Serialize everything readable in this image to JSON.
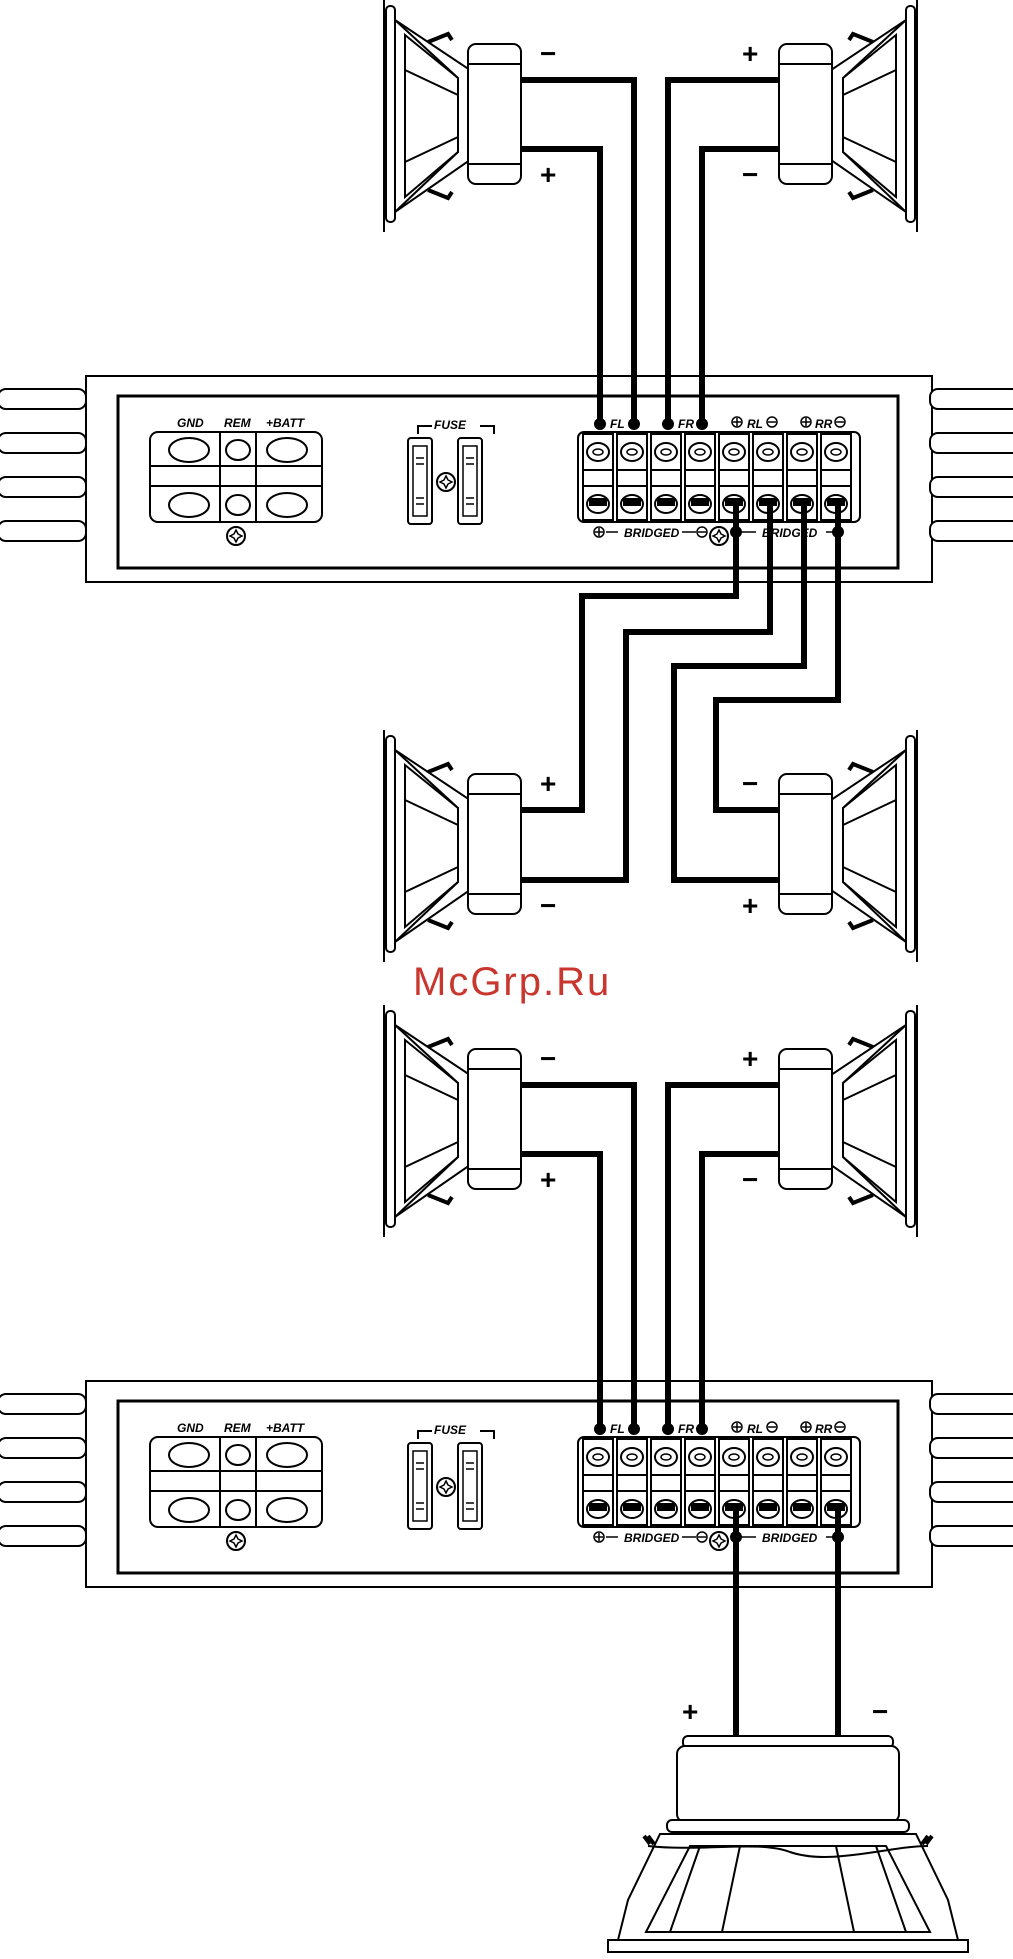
{
  "watermark": "McGrp.Ru",
  "amplifier": {
    "power_labels": [
      "GND",
      "REM",
      "+BATT"
    ],
    "fuse_label": "FUSE",
    "channel_labels": [
      "FL",
      "FR",
      "RL",
      "RR"
    ],
    "bridged_label": "BRIDGED"
  },
  "polarity": {
    "plus": "+",
    "minus": "−"
  }
}
